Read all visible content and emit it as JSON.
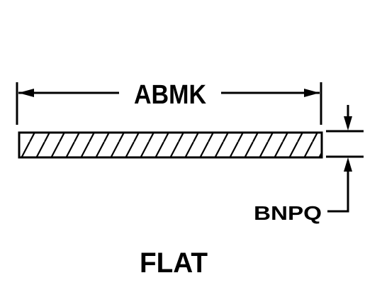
{
  "diagram": {
    "length_label": "ABMK",
    "thickness_label": "BNPQ",
    "shape_name": "FLAT"
  },
  "colors": {
    "ink": "#000000",
    "paper": "#ffffff"
  }
}
